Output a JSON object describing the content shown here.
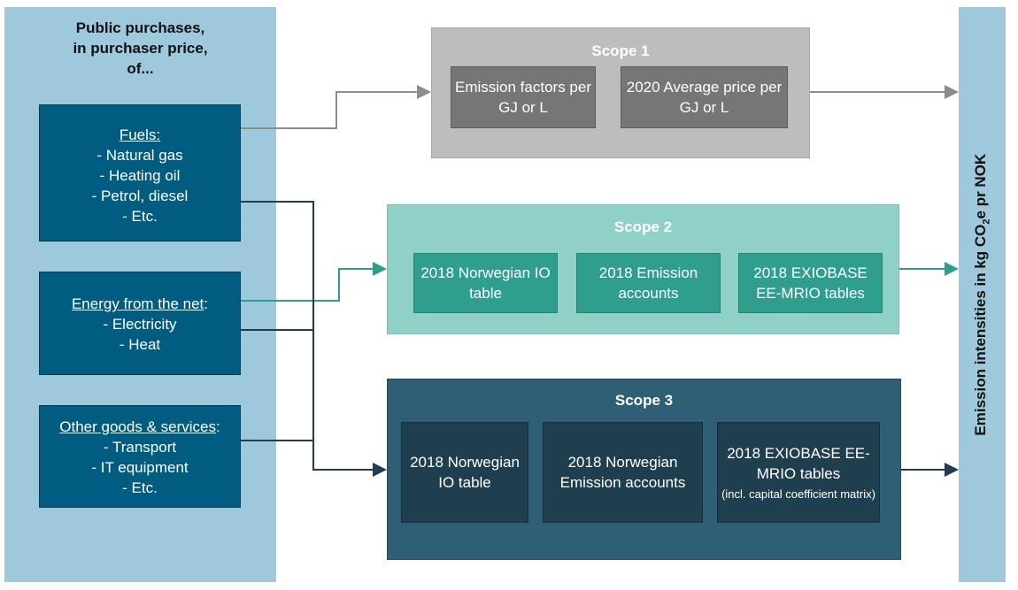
{
  "left_panel": {
    "title_lines": [
      "Public purchases,",
      "in purchaser price,",
      "of..."
    ],
    "fuels": {
      "heading": "Fuels:",
      "items": [
        "-  Natural gas",
        "-  Heating oil",
        "-  Petrol, diesel",
        "-  Etc."
      ]
    },
    "energy": {
      "heading": "Energy from the net",
      "heading_suffix": ":",
      "items": [
        "-  Electricity",
        "-  Heat"
      ]
    },
    "other": {
      "heading": "Other goods & services",
      "heading_suffix": ":",
      "items": [
        "-  Transport",
        "-  IT equipment",
        "-  Etc."
      ]
    }
  },
  "scope1": {
    "title": "Scope 1",
    "boxes": [
      "Emission factors per GJ or L",
      "2020 Average price per GJ or L"
    ]
  },
  "scope2": {
    "title": "Scope 2",
    "boxes": [
      "2018 Norwegian IO table",
      "2018 Emission accounts",
      "2018 EXIOBASE EE-MRIO tables"
    ]
  },
  "scope3": {
    "title": "Scope 3",
    "boxes": [
      "2018 Norwegian IO table",
      "2018 Norwegian Emission accounts",
      "2018 EXIOBASE EE-MRIO tables"
    ],
    "box3_note": "(incl. capital coefficient matrix)"
  },
  "right_label": {
    "prefix": "Emission intensities in kg CO",
    "subscript": "2",
    "suffix": "e pr NOK"
  },
  "colors": {
    "panel": "#9ec9dc",
    "source_box": "#005c80",
    "scope1": "#bdbdbd",
    "scope2": "#8fd0c7",
    "scope3": "#2f5f75",
    "arrow_scope1": "#8c8c8c",
    "arrow_scope2": "#2f9e8c",
    "arrow_scope3": "#1f3f4f"
  }
}
